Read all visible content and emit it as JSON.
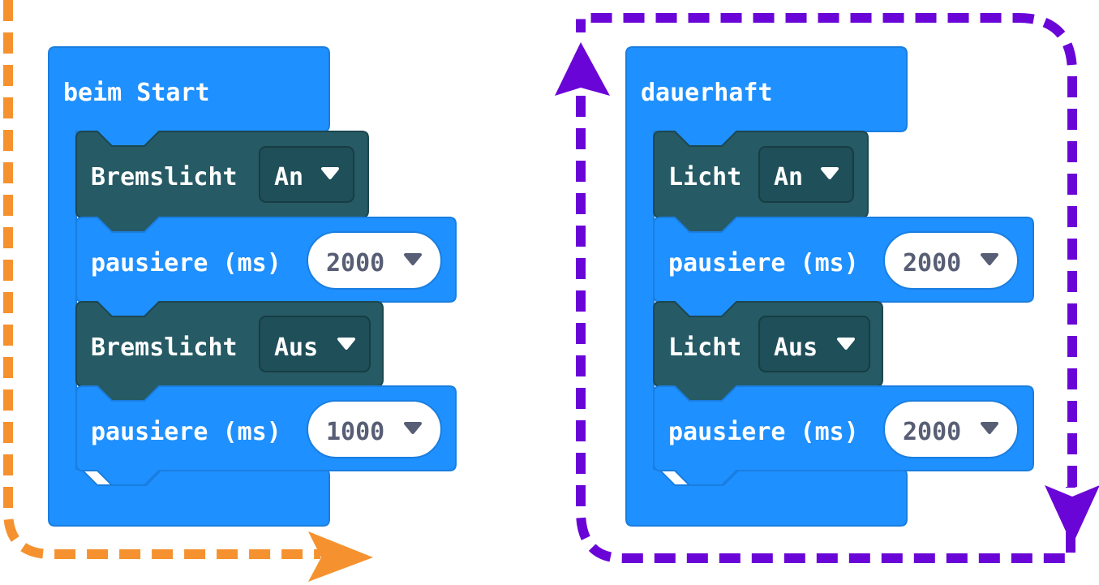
{
  "colors": {
    "basic_blue": "#1e90ff",
    "basic_blue_stroke": "#1a7ee0",
    "custom_dark": "#265a64",
    "custom_dark_stroke": "#1d4750",
    "dropdown_fill": "#1f4f59",
    "orange_arrow": "#f5922f",
    "purple_arrow": "#6a05d7",
    "value_text": "#575e75"
  },
  "left_program": {
    "hat_label": "beim Start",
    "blocks": [
      {
        "kind": "custom",
        "label": "Bremslicht",
        "dropdown": "An"
      },
      {
        "kind": "pause",
        "label": "pausiere (ms)",
        "value": "2000"
      },
      {
        "kind": "custom",
        "label": "Bremslicht",
        "dropdown": "Aus"
      },
      {
        "kind": "pause",
        "label": "pausiere (ms)",
        "value": "1000"
      }
    ],
    "arrow_color": "#f5922f",
    "arrow_meaning": "run-once"
  },
  "right_program": {
    "hat_label": "dauerhaft",
    "blocks": [
      {
        "kind": "custom",
        "label": "Licht",
        "dropdown": "An"
      },
      {
        "kind": "pause",
        "label": "pausiere (ms)",
        "value": "2000"
      },
      {
        "kind": "custom",
        "label": "Licht",
        "dropdown": "Aus"
      },
      {
        "kind": "pause",
        "label": "pausiere (ms)",
        "value": "2000"
      }
    ],
    "arrow_color": "#6a05d7",
    "arrow_meaning": "loop-forever"
  },
  "icons": {
    "dropdown": "triangle-down-icon",
    "flow_arrow": "arrowhead-icon"
  }
}
